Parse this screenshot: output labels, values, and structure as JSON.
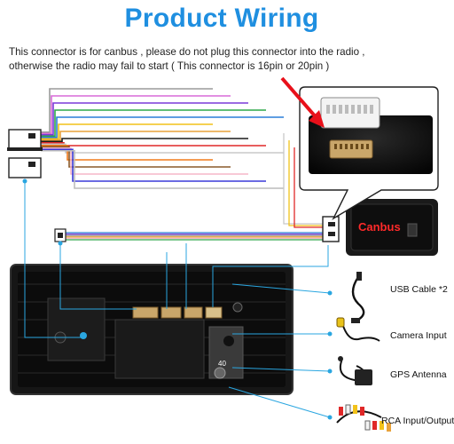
{
  "title": "Product Wiring",
  "note": {
    "line1": "This connector is for canbus , please do not plug this connector into the radio ,",
    "line2": "otherwise the radio may fail to start ( This connector is 16pin or 20pin )"
  },
  "canbus_label": "Canbus",
  "accessories": [
    {
      "label": "USB Cable *2",
      "icon": "usb-cable-icon"
    },
    {
      "label": "Camera Input",
      "icon": "camera-cable-icon"
    },
    {
      "label": "GPS Antenna",
      "icon": "gps-antenna-icon"
    },
    {
      "label": "RCA Input/Output",
      "icon": "rca-cable-icon"
    }
  ],
  "radio_mark": "40",
  "colors": {
    "title": "#1f8fe0",
    "arrow": "#e8101a",
    "pointer_dot": "#2aa6e0",
    "canbus_text": "#ff2a2a",
    "wires": [
      "#9a9a9a",
      "#d86ad8",
      "#7a3ad8",
      "#2fa84a",
      "#2a7fd8",
      "#f2c21a",
      "#e8a23a",
      "#1a1a1a",
      "#e02828",
      "#c8c8c8",
      "#f07a1a",
      "#8a5a2a",
      "#f5b7c8",
      "#3a3ad8",
      "#bcbcbc"
    ]
  }
}
